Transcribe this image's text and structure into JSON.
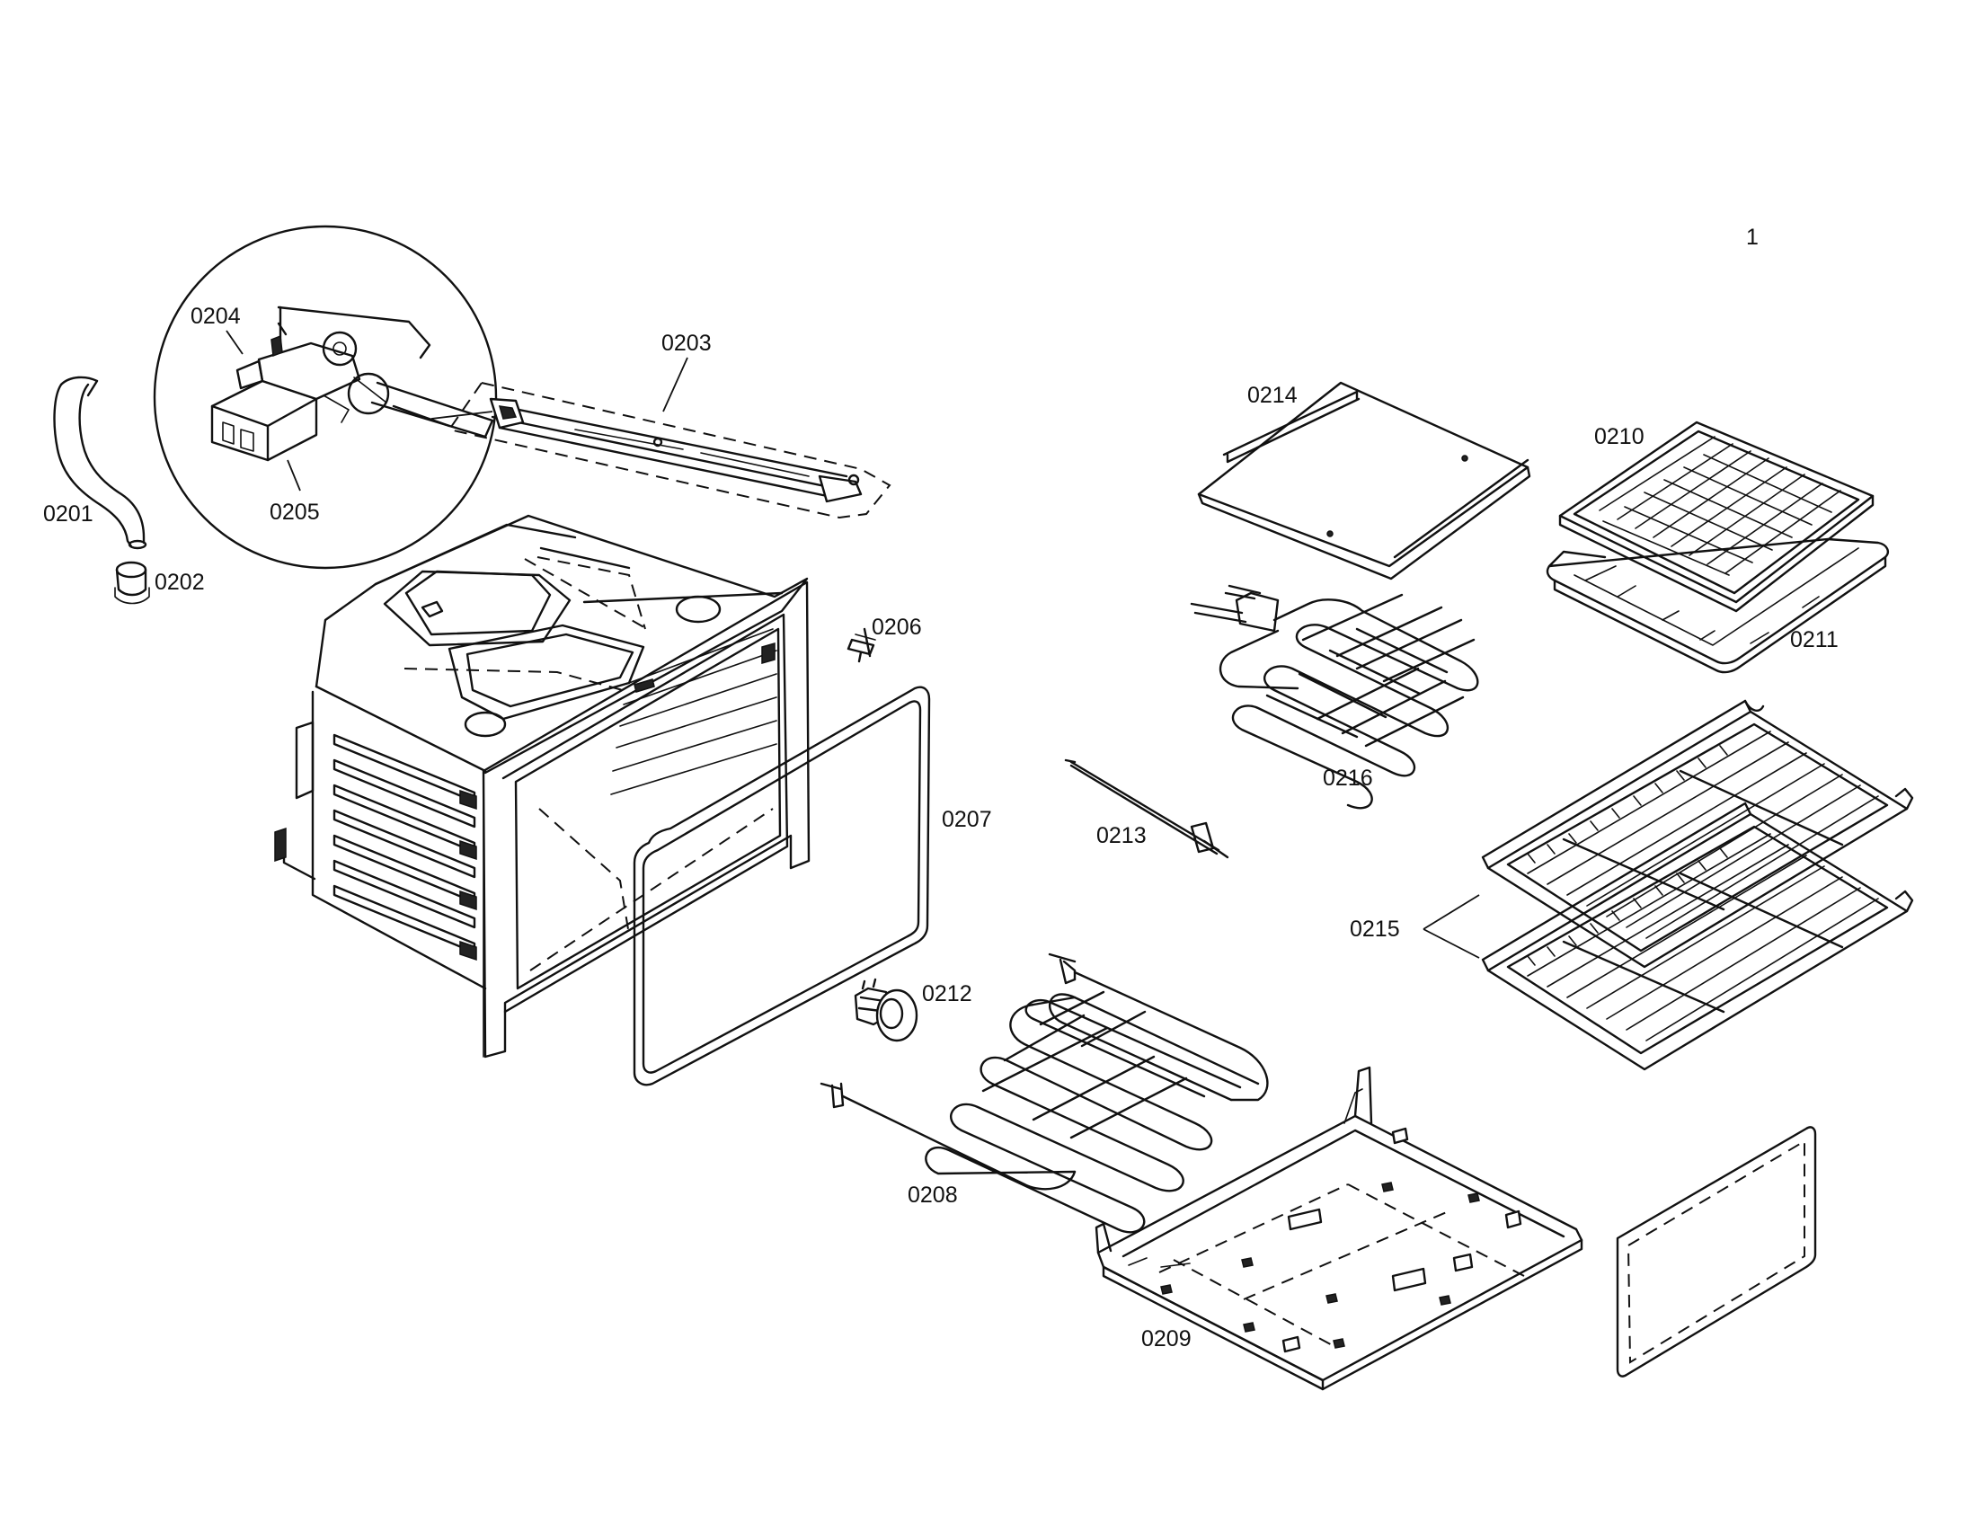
{
  "labels": {
    "p0201": "0201",
    "p0202": "0202",
    "p0203": "0203",
    "p0204": "0204",
    "p0205": "0205",
    "p0206": "0206",
    "p0207": "0207",
    "p0208": "0208",
    "p0209": "0209",
    "p0210": "0210",
    "p0211": "0211",
    "p0212": "0212",
    "p0213": "0213",
    "p0214": "0214",
    "p0215": "0215",
    "p0216": "0216"
  },
  "page_mark": "1"
}
